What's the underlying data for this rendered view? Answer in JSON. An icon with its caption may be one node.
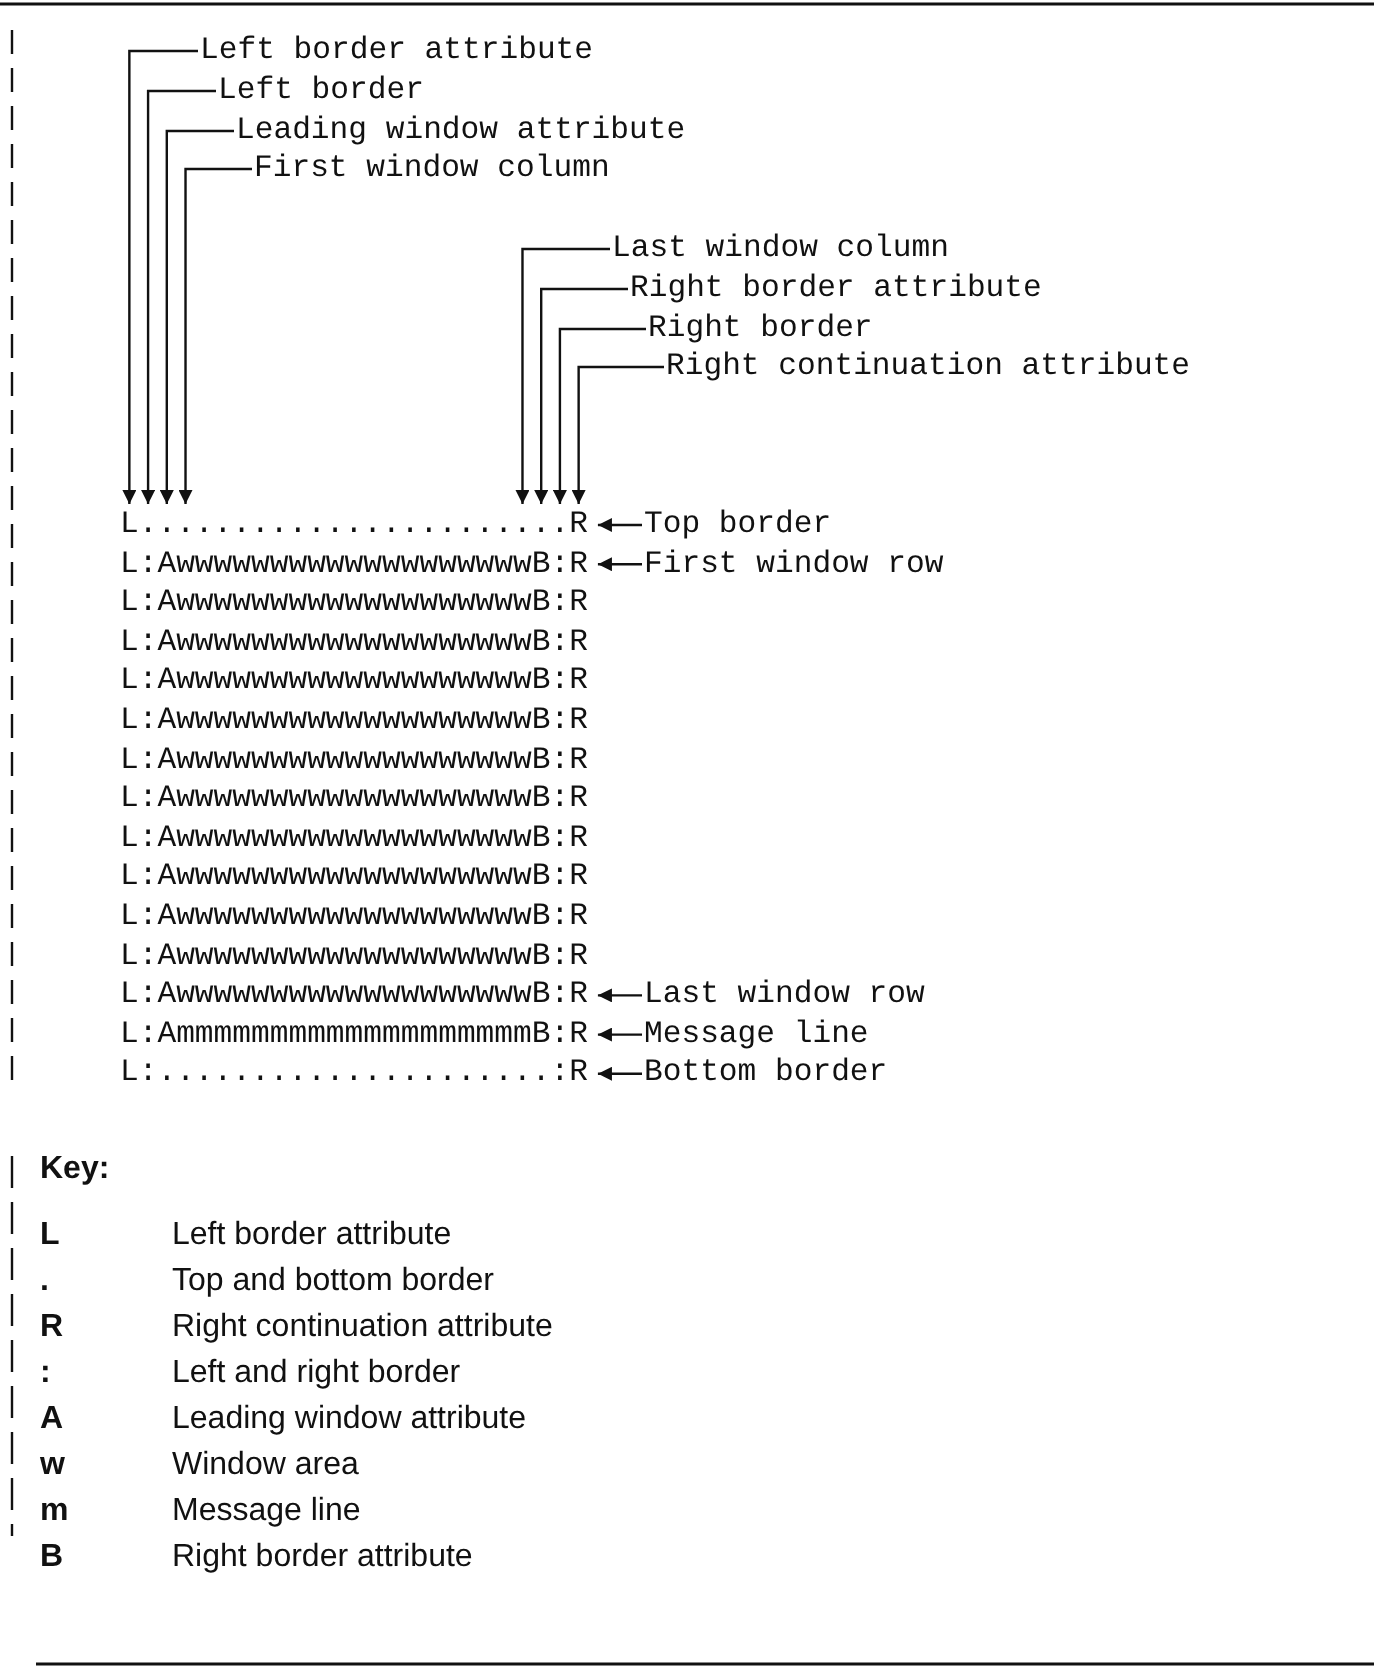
{
  "diagram": {
    "nodes": [
      {
        "text": [
          "Left border attribute"
        ]
      },
      {
        "text": [
          "Left border"
        ]
      },
      {
        "text": [
          "Leading window attribute"
        ]
      },
      {
        "text": [
          "First window column"
        ]
      },
      {
        "text": [
          "Last window column"
        ]
      },
      {
        "text": [
          "Right border attribute"
        ]
      },
      {
        "text": [
          "Right border"
        ]
      },
      {
        "text": [
          "Right continuation attribute"
        ]
      },
      {
        "text": [
          "L.......................R"
        ]
      },
      {
        "text": [
          "Top border"
        ]
      },
      {
        "text": [
          "L:AwwwwwwwwwwwwwwwwwwwB:R"
        ]
      },
      {
        "text": [
          "First window row"
        ]
      },
      {
        "text": [
          "L:AwwwwwwwwwwwwwwwwwwwB:R"
        ]
      },
      {
        "text": [
          "Last window row"
        ]
      },
      {
        "text": [
          "L:AmmmmmmmmmmmmmmmmmmmB:R"
        ]
      },
      {
        "text": [
          "Message line"
        ]
      },
      {
        "text": [
          "L:.....................:R"
        ]
      },
      {
        "text": [
          "Bottom border"
        ]
      }
    ],
    "edges": [
      {
        "from": 0,
        "to": 8,
        "arrow": "to"
      },
      {
        "from": 1,
        "to": 8,
        "arrow": "to"
      },
      {
        "from": 2,
        "to": 8,
        "arrow": "to"
      },
      {
        "from": 3,
        "to": 8,
        "arrow": "to"
      },
      {
        "from": 4,
        "to": 8,
        "arrow": "to"
      },
      {
        "from": 5,
        "to": 8,
        "arrow": "to"
      },
      {
        "from": 6,
        "to": 8,
        "arrow": "to"
      },
      {
        "from": 7,
        "to": 8,
        "arrow": "to"
      },
      {
        "from": 9,
        "to": 8,
        "arrow": "to"
      },
      {
        "from": 11,
        "to": 10,
        "arrow": "to"
      },
      {
        "from": 13,
        "to": 12,
        "arrow": "to"
      },
      {
        "from": 15,
        "to": 14,
        "arrow": "to"
      },
      {
        "from": 17,
        "to": 16,
        "arrow": "to"
      }
    ],
    "labels": [
      "L:AwwwwwwwwwwwwwwwwwwwB:R",
      "L:AwwwwwwwwwwwwwwwwwwwB:R",
      "L:AwwwwwwwwwwwwwwwwwwwB:R",
      "L:AwwwwwwwwwwwwwwwwwwwB:R",
      "L:AwwwwwwwwwwwwwwwwwwwB:R",
      "L:AwwwwwwwwwwwwwwwwwwwB:R",
      "L:AwwwwwwwwwwwwwwwwwwwB:R",
      "L:AwwwwwwwwwwwwwwwwwwwB:R",
      "L:AwwwwwwwwwwwwwwwwwwwB:R",
      "L:AwwwwwwwwwwwwwwwwwwwB:R",
      "Key:",
      "L",
      "Left border attribute",
      ".",
      "Top and bottom border",
      "R",
      "Right continuation attribute",
      ":",
      "Left and right border",
      "A",
      "Leading window attribute",
      "w",
      "Window area",
      "m",
      "Message line",
      "B",
      "Right border attribute"
    ]
  }
}
